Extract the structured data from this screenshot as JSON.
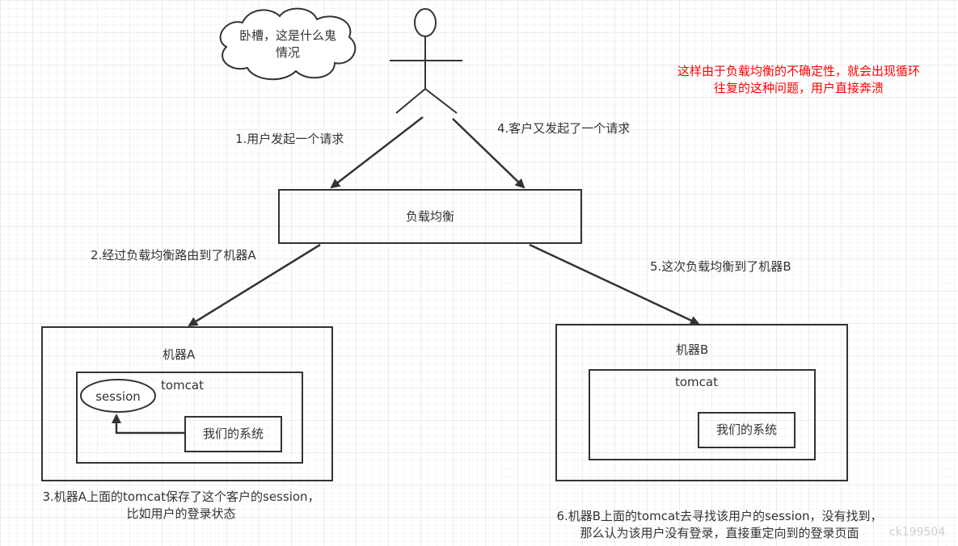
{
  "cloud_text": [
    "卧槽，这是什么鬼",
    "情况"
  ],
  "warning_note": [
    "这样由于负载均衡的不确定性，就会出现循环",
    "往复的这种问题，用户直接奔溃"
  ],
  "step1": "1.用户发起一个请求",
  "step4": "4.客户又发起了一个请求",
  "load_balancer": "负载均衡",
  "step2": "2.经过负载均衡路由到了机器A",
  "step5": "5.这次负载均衡到了机器B",
  "machine_a": {
    "title": "机器A",
    "tomcat": "tomcat",
    "session": "session",
    "system": "我们的系统",
    "caption": [
      "3.机器A上面的tomcat保存了这个客户的session，",
      "比如用户的登录状态"
    ]
  },
  "machine_b": {
    "title": "机器B",
    "tomcat": "tomcat",
    "system": "我们的系统",
    "caption": [
      "6.机器B上面的tomcat去寻找该用户的session，没有找到，",
      "那么认为该用户没有登录，直接重定向到的登录页面"
    ]
  },
  "watermark": "ck199504",
  "colors": {
    "stroke": "#333333",
    "note": "#ff0000"
  }
}
